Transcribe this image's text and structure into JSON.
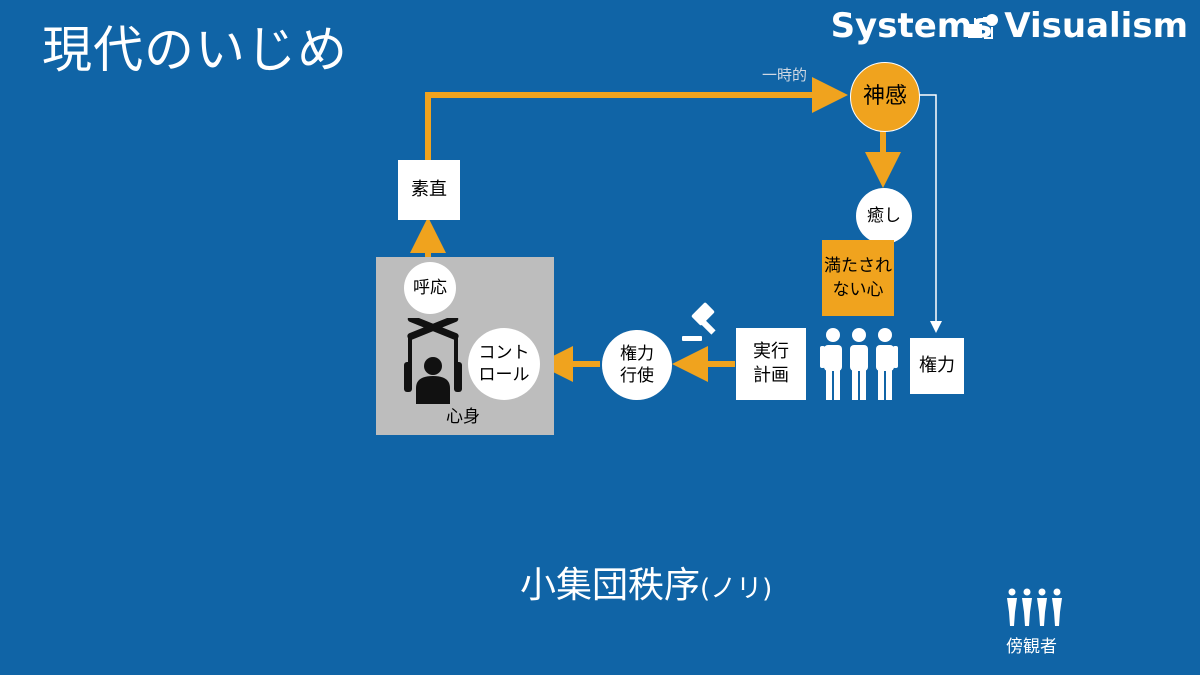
{
  "title": "現代のいじめ",
  "brand": "Systems Visualism",
  "nodes": {
    "sunao": "素直",
    "shinkan": "神感",
    "iyashi": "癒し",
    "mitasarenai_l1": "満たされ",
    "mitasarenai_l2": "ない心",
    "kenryoku": "権力",
    "jikko_l1": "実行",
    "jikko_l2": "計画",
    "kenryoku_koushi_l1": "権力",
    "kenryoku_koushi_l2": "行使",
    "control_l1": "コント",
    "control_l2": "ロール",
    "kooh": "呼応",
    "shinshin": "心身"
  },
  "edge_labels": {
    "temporary": "一時的"
  },
  "footer": {
    "main": "小集団秩序",
    "sub": "(ノリ)",
    "bystanders": "傍観者"
  },
  "colors": {
    "background": "#1064a6",
    "accent": "#f0a31e",
    "box": "#ffffff",
    "grey_panel": "#bdbdbd"
  },
  "icons": [
    "systems-visualism-logo-icon",
    "gavel-icon",
    "group-of-people-icon",
    "puppet-person-icon",
    "bystanders-icon"
  ]
}
